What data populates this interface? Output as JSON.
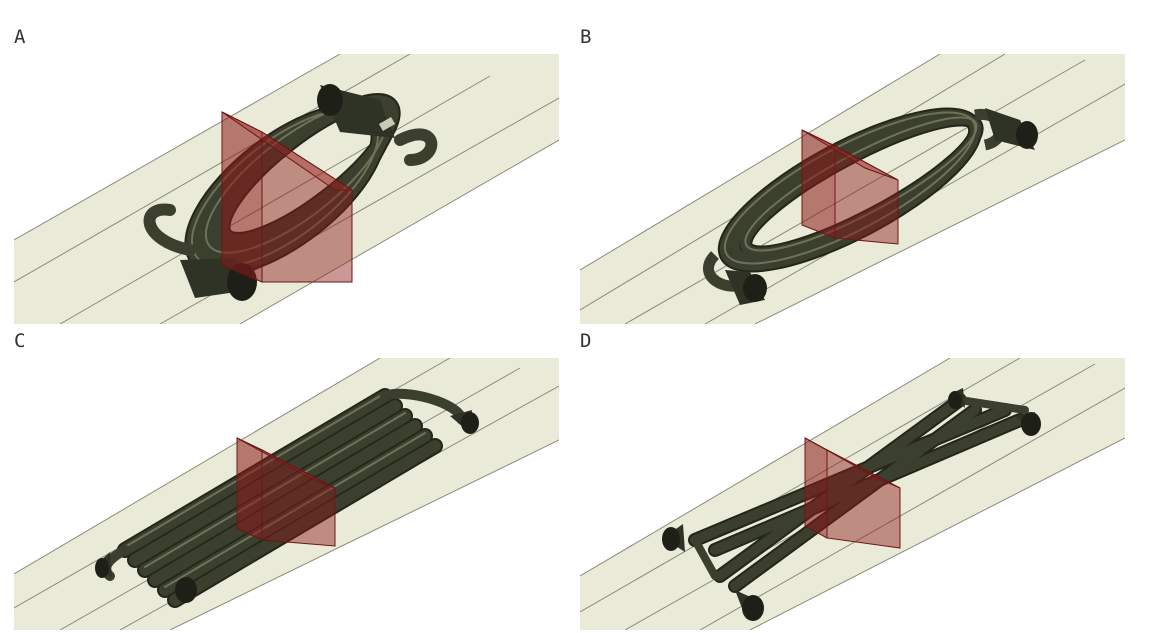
{
  "panels": [
    {
      "id": "A",
      "label": "A",
      "layout": "coil-compact"
    },
    {
      "id": "B",
      "label": "B",
      "layout": "coil-ellipse"
    },
    {
      "id": "C",
      "label": "C",
      "layout": "parallel-straight"
    },
    {
      "id": "D",
      "label": "D",
      "layout": "crossed-straight"
    }
  ],
  "colors": {
    "strip": "#e9ead8",
    "strip_line": "#8b8b7a",
    "tube": "#3a3f2e",
    "tube_highlight": "#6d7258",
    "tube_shadow": "#232619",
    "box_fill": "#8b1a1a",
    "box_edge": "#6d1515"
  }
}
